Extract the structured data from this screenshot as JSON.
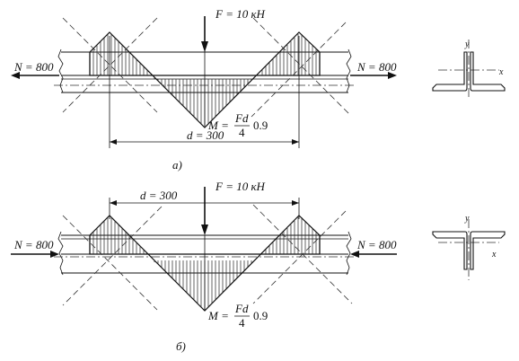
{
  "diagram_a": {
    "force": "F = 10 кН",
    "n_left": "N = 800",
    "n_right": "N = 800",
    "distance": "d = 300",
    "moment_prefix": "M =",
    "moment_num": "Fd",
    "moment_den": "4",
    "moment_factor": "0.9",
    "caption": "а)",
    "axis_x": "x",
    "axis_y": "y"
  },
  "diagram_b": {
    "force": "F = 10 кН",
    "n_left": "N = 800",
    "n_right": "N = 800",
    "distance": "d = 300",
    "moment_prefix": "M =",
    "moment_num": "Fd",
    "moment_den": "4",
    "moment_factor": "0.9",
    "caption": "б)",
    "axis_x": "x",
    "axis_y": "y"
  }
}
